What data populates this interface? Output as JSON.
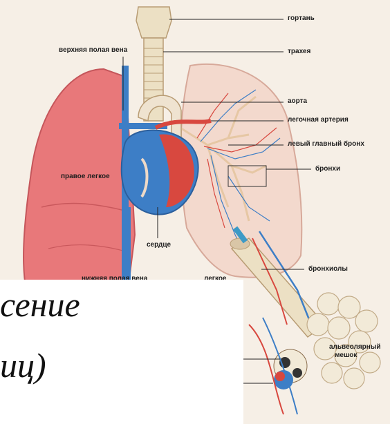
{
  "labels": {
    "larynx": "гортань",
    "superior_vena_cava": "верхняя полая вена",
    "trachea": "трахея",
    "aorta": "аорта",
    "pulmonary_artery": "легочная артерия",
    "left_main_bronchus": "левый главный бронх",
    "right_lung": "правое легкое",
    "bronchi": "бронхи",
    "heart": "сердце",
    "bronchioles": "бронхиолы",
    "inferior_vena_cava_partial": "нижняя полая вена",
    "left_lung_partial": "легкое",
    "alveolar_sac": "альвеолярный",
    "alveolar_sac_2": "мешок"
  },
  "overlay_text": {
    "line1": "сение",
    "line2": "иц)"
  },
  "colors": {
    "background": "#f6efe6",
    "lung_right": "#e8787a",
    "lung_left": "#f3d9cd",
    "vein_blue": "#3d7ec6",
    "artery_red": "#d8483f",
    "trachea": "#ece0c4",
    "alveoli": "#f2ead8",
    "overlay": "#ffffff"
  }
}
